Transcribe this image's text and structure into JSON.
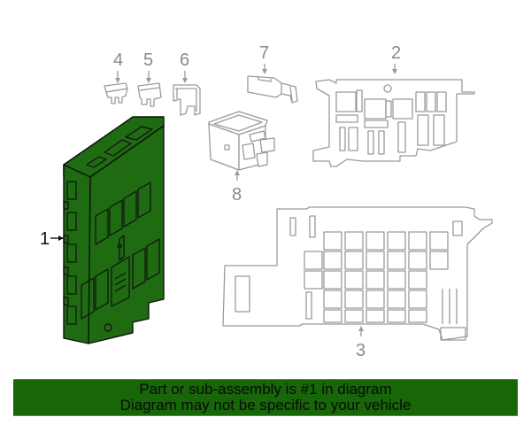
{
  "diagram": {
    "callouts": [
      {
        "id": "1",
        "label": "1",
        "part": "body-control-module",
        "highlighted": true
      },
      {
        "id": "2",
        "label": "2",
        "part": "fuse-relay-box-upper"
      },
      {
        "id": "3",
        "label": "3",
        "part": "fuse-relay-box-lower"
      },
      {
        "id": "4",
        "label": "4",
        "part": "mini-fuse"
      },
      {
        "id": "5",
        "label": "5",
        "part": "fuse"
      },
      {
        "id": "6",
        "label": "6",
        "part": "maxi-fuse"
      },
      {
        "id": "7",
        "label": "7",
        "part": "fuse-puller-clip"
      },
      {
        "id": "8",
        "label": "8",
        "part": "relay"
      }
    ],
    "colors": {
      "highlight": "#1e6b12",
      "line_art": "#9a9a9a",
      "banner": "#176608"
    }
  },
  "banner": {
    "line1": "Part or sub-assembly is #1 in diagram",
    "line2": "Diagram may not be specific to your vehicle"
  }
}
